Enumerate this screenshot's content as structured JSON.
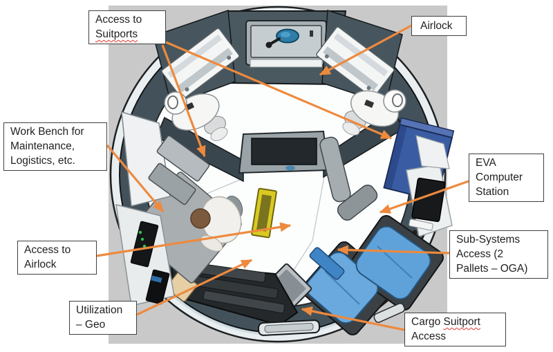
{
  "labels": {
    "access_to_suitports": {
      "line1": "Access to",
      "line2_misspelled": "Suitports"
    },
    "airlock": {
      "line1": "Airlock"
    },
    "work_bench": {
      "line1": "Work Bench for",
      "line2": "Maintenance,",
      "line3": "Logistics, etc."
    },
    "eva_computer_station": {
      "line1": "EVA",
      "line2": "Computer",
      "line3": "Station"
    },
    "access_to_airlock": {
      "line1": "Access to",
      "line2": "Airlock"
    },
    "sub_systems_access": {
      "line1": "Sub-Systems",
      "line2": "Access (2",
      "line3": "Pallets – OGA)"
    },
    "utilization_geo": {
      "line1": "Utilization",
      "line2": "– Geo"
    },
    "cargo_suitport_access": {
      "word1": "Cargo",
      "word2_misspelled": "Suitport",
      "line2": "Access"
    }
  },
  "illustration": {
    "type": "top-down cutaway rendering of a circular crewed habitat / airlock module",
    "items": [
      "airlock hatch with blue window",
      "left suitport panel",
      "right suitport panel",
      "EVA suit left",
      "EVA suit right",
      "central monitor console",
      "blue equipment box",
      "crew chair",
      "EVA computer wall station",
      "two blue cargo transfer bags",
      "display tablet",
      "geology utilization racks",
      "work table with crew member",
      "workbench wall rack with green status LEDs",
      "yellow ladder",
      "floor suitport hatch"
    ]
  },
  "colors": {
    "arrow_orange": "#ED8A3E",
    "canvas_gray": "#c9c9c9",
    "hull_light": "#e9eef0",
    "wall_dark": "#43525a",
    "cargo_bag_blue": "#6aa9de",
    "cargo_bag_blue_2": "#5fa2d9",
    "equipment_box_blue": "#3a5ca3",
    "hatch_window_blue": "#2f7da8",
    "ladder_yellow": "#d9c922",
    "led_green": "#2fc24f",
    "misspelling_red": "#e0342b"
  }
}
